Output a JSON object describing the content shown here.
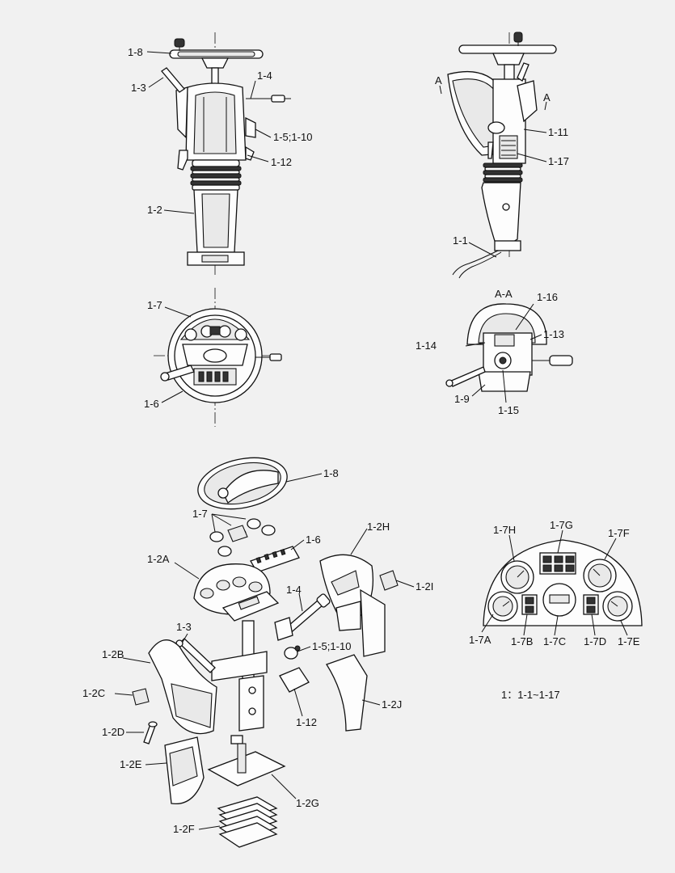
{
  "views": {
    "front": {
      "labels": [
        "1-8",
        "1-3",
        "1-4",
        "1-5;1-10",
        "1-12",
        "1-2"
      ]
    },
    "side": {
      "labels": [
        "A",
        "A",
        "1-11",
        "1-17",
        "1-1"
      ]
    },
    "top": {
      "labels": [
        "1-7",
        "1-6"
      ]
    },
    "section": {
      "title": "A-A",
      "labels": [
        "1-16",
        "1-14",
        "1-13",
        "1-9",
        "1-15"
      ]
    },
    "exploded": {
      "labels": [
        "1-8",
        "1-7",
        "1-6",
        "1-2H",
        "1-2A",
        "1-2I",
        "1-4",
        "1-3",
        "1-5;1-10",
        "1-2B",
        "1-2C",
        "1-2J",
        "1-12",
        "1-2D",
        "1-2E",
        "1-2G",
        "1-2F"
      ]
    },
    "panel": {
      "labels": [
        "1-7H",
        "1-7G",
        "1-7F",
        "1-7A",
        "1-7B",
        "1-7C",
        "1-7D",
        "1-7E"
      ]
    }
  },
  "note": "1：1-1~1-17"
}
